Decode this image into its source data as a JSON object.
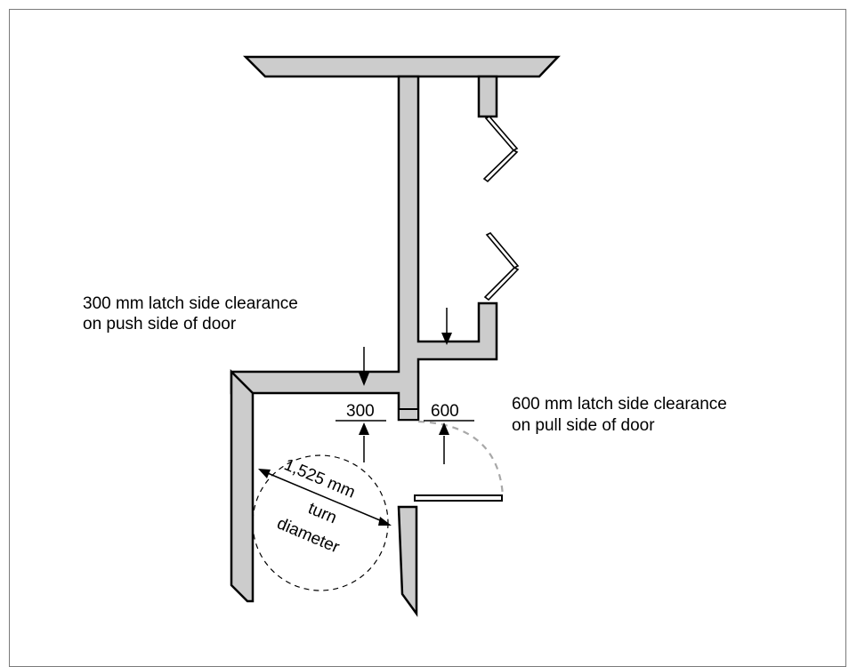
{
  "labels": {
    "push_clearance_line1": "300 mm latch side clearance",
    "push_clearance_line2": "on push side of door",
    "pull_clearance_line1": "600 mm latch side clearance",
    "pull_clearance_line2": "on pull side of door",
    "dim_300": "300",
    "dim_600": "600",
    "turn_line1": "1,525 mm",
    "turn_line2": "turn",
    "turn_line3": "diameter"
  },
  "colors": {
    "wall_fill": "#cccccc",
    "wall_stroke": "#000000",
    "door_swing": "#a8a8a8",
    "frame_border": "#7a7a7a"
  }
}
